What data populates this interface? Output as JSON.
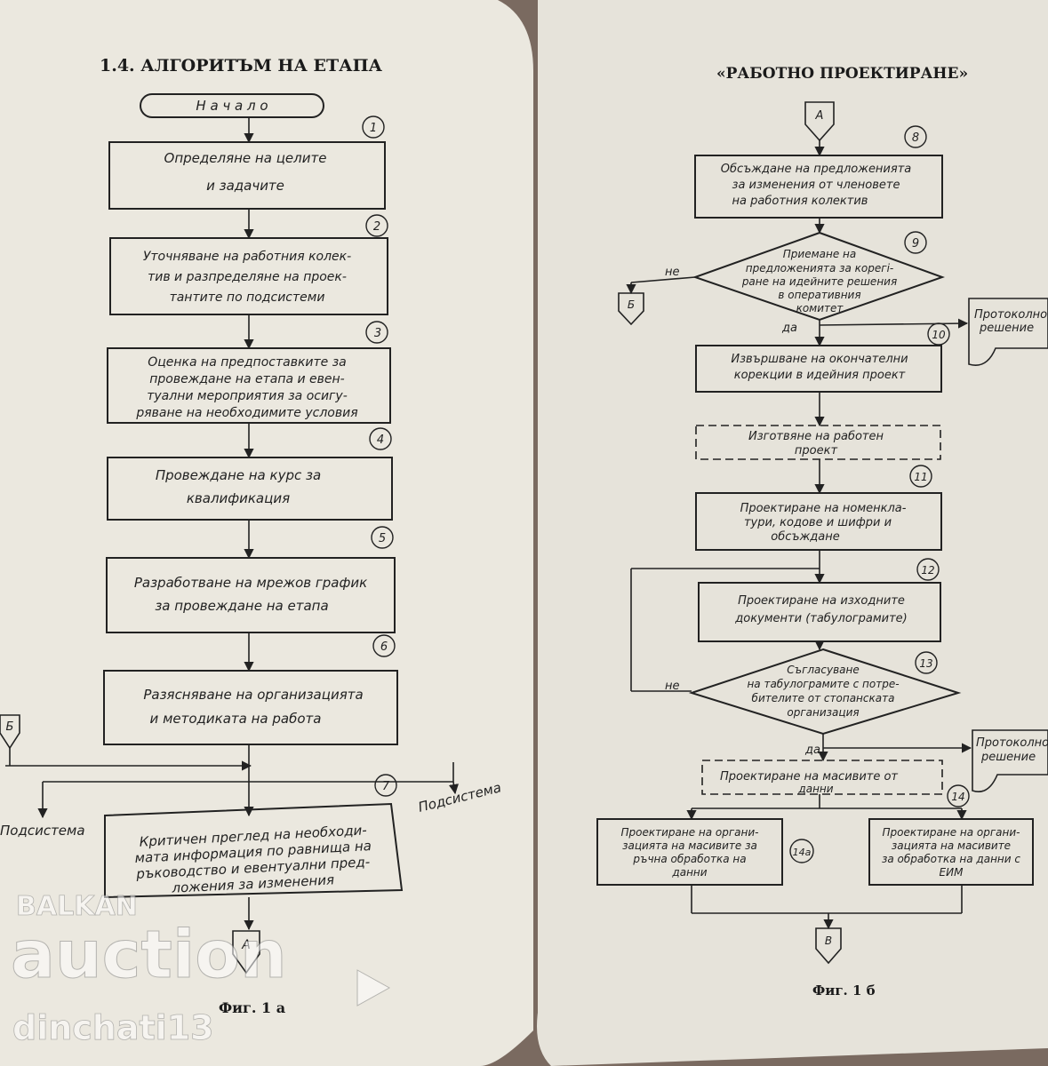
{
  "left_page": {
    "title": "1.4. АЛГОРИТЪМ НА ЕТАПА",
    "start": "Н а ч а л о",
    "steps": [
      {
        "num": "1",
        "lines": [
          "Определяне на целите",
          "и задачите"
        ]
      },
      {
        "num": "2",
        "lines": [
          "Уточняване на работния колек-",
          "тив и разпределяне на проек-",
          "тантите по подсистеми"
        ]
      },
      {
        "num": "3",
        "lines": [
          "Оценка на предпоставките за",
          "провеждане на етапа и евен-",
          "туални мероприятия за осигу-",
          "ряване на необходимите условия"
        ]
      },
      {
        "num": "4",
        "lines": [
          "Провеждане на курс за",
          "квалификация"
        ]
      },
      {
        "num": "5",
        "lines": [
          "Разработване на мрежов график",
          "за провеждане на етапа"
        ]
      },
      {
        "num": "6",
        "lines": [
          "Разясняване на организацията",
          "и методиката на работа"
        ]
      },
      {
        "num": "7",
        "lines": [
          "Критичен преглед на необходи-",
          "мата информация по равнища на",
          "ръководство и евентуални пред-",
          "ложения за изменения"
        ]
      }
    ],
    "connector_b": "Б",
    "connector_a": "А",
    "subsystem_left": "Подсистема",
    "subsystem_right": "Подсистема",
    "caption": "Фиг. 1 а"
  },
  "right_page": {
    "title": "«РАБОТНО ПРОЕКТИРАНЕ»",
    "connector_a": "А",
    "connector_b": "Б",
    "connector_v": "В",
    "step8": {
      "num": "8",
      "lines": [
        "Обсъждане на предложенията",
        "за изменения от членовете",
        "на работния колектив"
      ]
    },
    "decision9": {
      "num": "9",
      "lines": [
        "Приемане на",
        "предложенията за корегі-",
        "ране на идейните решения",
        "в оперативния",
        "комитет"
      ]
    },
    "no_label": "не",
    "yes_label": "да",
    "step10": {
      "num": "10",
      "lines": [
        "Извършване на окончателни",
        "корекции в идейния проект"
      ]
    },
    "protocol1": [
      "Протоколно",
      "решение"
    ],
    "dashed1": [
      "Изготвяне на работен",
      "проект"
    ],
    "step11": {
      "num": "11",
      "lines": [
        "Проектиране на номенкла-",
        "тури, кодове и шифри и",
        "обсъждане"
      ]
    },
    "step12": {
      "num": "12",
      "lines": [
        "Проектиране на изходните",
        "документи (табулограмите)"
      ]
    },
    "decision13": {
      "num": "13",
      "lines": [
        "Съгласуване",
        "на табулограмите с потре-",
        "бителите от стопанската",
        "организация"
      ]
    },
    "protocol2": [
      "Протоколно",
      "решение"
    ],
    "dashed2": [
      "Проектиране на масивите от",
      "данни"
    ],
    "step14": {
      "num": "14",
      "lines": [
        "Проектиране на органи-",
        "зацията на масивите",
        "за обработка на данни с",
        "ЕИМ"
      ]
    },
    "step14a": {
      "num": "14а",
      "lines": [
        "Проектиране на органи-",
        "зацията на масивите за",
        "ръчна обработка на",
        "данни"
      ]
    },
    "caption": "Фиг. 1 б"
  },
  "watermark": {
    "line1": "BALKAN",
    "line2": "auction",
    "line3": "dinchati13"
  }
}
